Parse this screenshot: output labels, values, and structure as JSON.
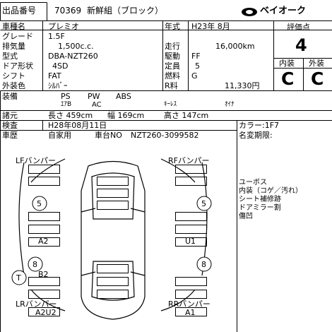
{
  "header": {
    "lot_label": "出品番号",
    "lot_no": "70369",
    "title": "新鮮組（ブロック）",
    "brand": "ベイオーク"
  },
  "specs": {
    "model_label": "車種名",
    "model": "プレミオ",
    "grade_label": "グレード",
    "grade": "1.5F",
    "displacement_label": "排気量",
    "displacement": "1,500c.c.",
    "type_label": "型式",
    "type": "DBA-NZT260",
    "doors_label": "ドア形状",
    "doors": "4SD",
    "shift_label": "シフト",
    "shift": "FAT",
    "color_label": "外装色",
    "color": "ｼﾙﾊﾞｰ",
    "year_label": "年式",
    "year": "H23年 8月",
    "mileage_label": "走行",
    "mileage": "16,000km",
    "drive_label": "駆動",
    "drive": "FF",
    "capacity_label": "定員",
    "capacity": "5",
    "fuel_label": "燃料",
    "fuel": "G",
    "r_label": "R料",
    "r_value": "11,330円"
  },
  "scores": {
    "eval_label": "評価点",
    "eval": "4",
    "interior_label": "内装",
    "interior": "C",
    "exterior_label": "外装",
    "exterior": "C"
  },
  "equipment": {
    "label": "装備",
    "row1": [
      "PS",
      "PW",
      "ABS"
    ],
    "row2": [
      "ｴｱB",
      "AC",
      "ｷｰﾚｽ",
      "ｵｲﾅ"
    ],
    "dims_label": "諸元",
    "length": "長さ 459cm",
    "width": "幅 169cm",
    "height": "高さ 147cm"
  },
  "inspection": {
    "label": "検査",
    "value": "H28年08月11日",
    "use_label": "車歴",
    "use": "自家用",
    "vin_label": "車台NO",
    "vin": "NZT260-3099582",
    "color_code": "カラー:1F7",
    "name_change": "名変期限:"
  },
  "diagram": {
    "lf": "LFバンパー",
    "rf": "RFバンパー",
    "lr": "LRバンパー",
    "rr": "RRバンパー",
    "lf_tire": "5",
    "rf_tire": "5",
    "lr_tire": "8",
    "rr_tire": "8",
    "side_mark": "T",
    "left_box_1": "A2",
    "left_box_2": "B2",
    "right_box_1": "U1",
    "lr_box": "A2U2",
    "rr_box": "A1"
  },
  "notes": [
    "ユーボス",
    "内装（コゲ／汚れ）",
    "シート補修跡",
    "ドアミラー割",
    "傷凹"
  ]
}
